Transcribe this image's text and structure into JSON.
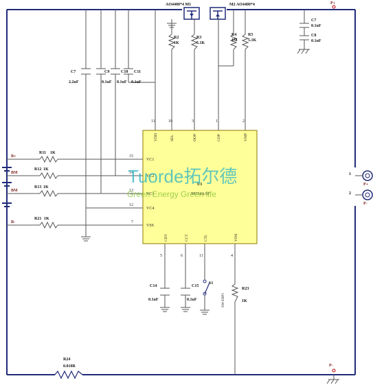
{
  "mosfets": {
    "m1": "AO4400*4 M1",
    "m2": "M2 AO4400*4"
  },
  "terminals": {
    "p_plus_top": "P+",
    "p_plus_conn": "P+",
    "p_minus_conn": "P-",
    "p_minus_bottom": "P-",
    "pin1": "1",
    "pin2": "2"
  },
  "cells": {
    "b_plus": "B+",
    "bm1": "BM",
    "bm2": "BM",
    "b_minus": "B-"
  },
  "caps": {
    "c7": {
      "name": "C7",
      "value": "2.2uF"
    },
    "c9": {
      "name": "C9",
      "value": "0.1uF"
    },
    "c10": {
      "name": "C10",
      "value": "0.1uF"
    },
    "c11": {
      "name": "C11",
      "value": "0.1uF"
    },
    "c7r": {
      "name": "C7",
      "value": "0.1uF"
    },
    "c8r": {
      "name": "C8",
      "value": "0.1uF"
    },
    "c14": {
      "name": "C14",
      "value": "0.1uF"
    },
    "c15": {
      "name": "C15",
      "value": "0.1uF"
    }
  },
  "resistors": {
    "r2": {
      "name": "R2",
      "value": "1K"
    },
    "r3": {
      "name": "R3",
      "value": "5.1K"
    },
    "r4": {
      "name": "R4",
      "value": "1M"
    },
    "r5": {
      "name": "R5",
      "value": "5.1K"
    },
    "r11": {
      "name": "R11",
      "value": "1K"
    },
    "r12": {
      "name": "R12",
      "value": "1K"
    },
    "r13": {
      "name": "R13",
      "value": "1K"
    },
    "r21": {
      "name": "R21",
      "value": "1K"
    },
    "r23": {
      "name": "R23",
      "value": "1K"
    },
    "r24": {
      "name": "R24",
      "value": "0.010R"
    }
  },
  "ic": {
    "designator": "U1",
    "part": "S8254AAF",
    "pins_top": [
      {
        "num": "11",
        "name": "VDD"
      },
      {
        "num": "10",
        "name": "SEL"
      },
      {
        "num": "3",
        "name": "DOP"
      },
      {
        "num": "1",
        "name": "COP"
      },
      {
        "num": "2",
        "name": "VMP"
      }
    ],
    "pins_left": [
      {
        "num": "15",
        "name": "VC1"
      },
      {
        "num": "14",
        "name": "VC2"
      },
      {
        "num": "13",
        "name": "VC3"
      },
      {
        "num": "12",
        "name": "VC4"
      },
      {
        "num": "7",
        "name": "VSS"
      }
    ],
    "pins_bottom": [
      {
        "num": "5",
        "name": "CDT"
      },
      {
        "num": "6",
        "name": "CCT"
      },
      {
        "num": "11",
        "name": "CTL"
      },
      {
        "num": "4",
        "name": "VINI"
      }
    ]
  },
  "switch": {
    "name": "S1",
    "label": "SW-DIP1"
  },
  "watermark": {
    "brand": "Tuorde拓尔德",
    "slogan": "Green Energy Green life"
  }
}
